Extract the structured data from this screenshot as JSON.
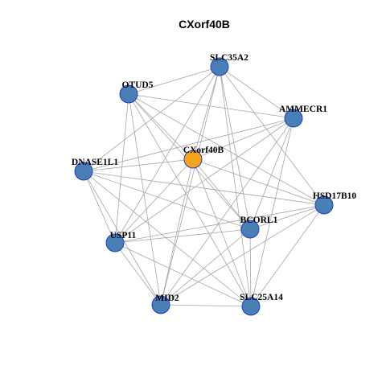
{
  "diagram": {
    "title": "CXorf40B",
    "colors": {
      "node_default": "#4a7fb5",
      "node_highlight": "#f5a31a",
      "node_border": "#1f3fc8",
      "edge": "#a6a6a6"
    },
    "nodes": [
      {
        "id": "CXorf40B",
        "label": "CXorf40B",
        "highlight": true
      },
      {
        "id": "SLC35A2",
        "label": "SLC35A2",
        "highlight": false
      },
      {
        "id": "OTUD5",
        "label": "OTUD5",
        "highlight": false
      },
      {
        "id": "AMMECR1",
        "label": "AMMECR1",
        "highlight": false
      },
      {
        "id": "DNASE1L1",
        "label": "DNASE1L1",
        "highlight": false
      },
      {
        "id": "HSD17B10",
        "label": "HSD17B10",
        "highlight": false
      },
      {
        "id": "BCORL1",
        "label": "BCORL1",
        "highlight": false
      },
      {
        "id": "USP11",
        "label": "USP11",
        "highlight": false
      },
      {
        "id": "MID2",
        "label": "MID2",
        "highlight": false
      },
      {
        "id": "SLC25A14",
        "label": "SLC25A14",
        "highlight": false
      }
    ],
    "edges": [
      [
        "CXorf40B",
        "OTUD5"
      ],
      [
        "CXorf40B",
        "SLC35A2"
      ],
      [
        "CXorf40B",
        "AMMECR1"
      ],
      [
        "CXorf40B",
        "DNASE1L1"
      ],
      [
        "CXorf40B",
        "HSD17B10"
      ],
      [
        "CXorf40B",
        "BCORL1"
      ],
      [
        "CXorf40B",
        "USP11"
      ],
      [
        "CXorf40B",
        "MID2"
      ],
      [
        "CXorf40B",
        "SLC25A14"
      ],
      [
        "SLC35A2",
        "OTUD5"
      ],
      [
        "SLC35A2",
        "AMMECR1"
      ],
      [
        "SLC35A2",
        "DNASE1L1"
      ],
      [
        "SLC35A2",
        "HSD17B10"
      ],
      [
        "SLC35A2",
        "BCORL1"
      ],
      [
        "SLC35A2",
        "USP11"
      ],
      [
        "SLC35A2",
        "MID2"
      ],
      [
        "SLC35A2",
        "SLC25A14"
      ],
      [
        "OTUD5",
        "AMMECR1"
      ],
      [
        "OTUD5",
        "HSD17B10"
      ],
      [
        "OTUD5",
        "BCORL1"
      ],
      [
        "OTUD5",
        "USP11"
      ],
      [
        "OTUD5",
        "MID2"
      ],
      [
        "OTUD5",
        "SLC25A14"
      ],
      [
        "AMMECR1",
        "DNASE1L1"
      ],
      [
        "AMMECR1",
        "BCORL1"
      ],
      [
        "AMMECR1",
        "USP11"
      ],
      [
        "AMMECR1",
        "MID2"
      ],
      [
        "AMMECR1",
        "SLC25A14"
      ],
      [
        "DNASE1L1",
        "HSD17B10"
      ],
      [
        "DNASE1L1",
        "BCORL1"
      ],
      [
        "DNASE1L1",
        "USP11"
      ],
      [
        "DNASE1L1",
        "MID2"
      ],
      [
        "DNASE1L1",
        "SLC25A14"
      ],
      [
        "HSD17B10",
        "BCORL1"
      ],
      [
        "HSD17B10",
        "USP11"
      ],
      [
        "HSD17B10",
        "MID2"
      ],
      [
        "HSD17B10",
        "SLC25A14"
      ],
      [
        "BCORL1",
        "USP11"
      ],
      [
        "BCORL1",
        "MID2"
      ],
      [
        "BCORL1",
        "SLC25A14"
      ],
      [
        "USP11",
        "MID2"
      ],
      [
        "USP11",
        "SLC25A14"
      ],
      [
        "MID2",
        "SLC25A14"
      ]
    ]
  }
}
